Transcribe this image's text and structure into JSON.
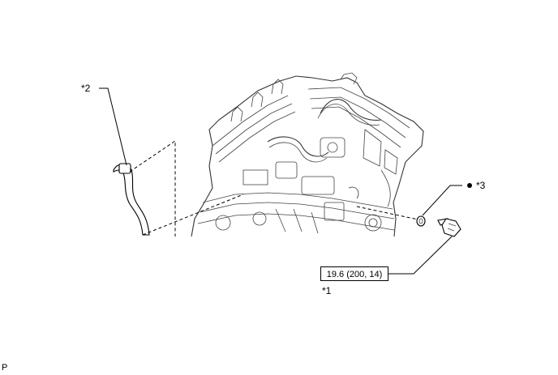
{
  "callouts": {
    "c1": "*1",
    "c2": "*2",
    "c3": "*3"
  },
  "torque_spec": "19.6 (200, 14)",
  "corner_mark": "P",
  "icons": {
    "non_reusable_part": "filled-circle-bullet"
  }
}
